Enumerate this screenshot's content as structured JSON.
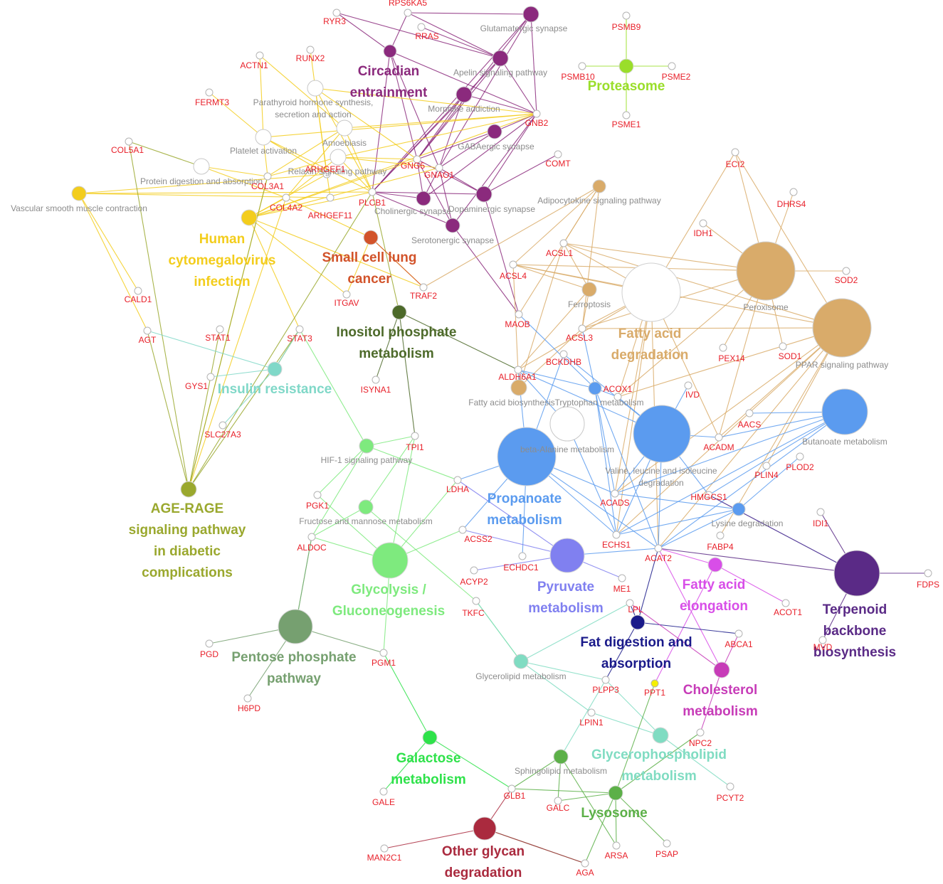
{
  "genes": [
    {
      "id": "RYR3",
      "label": "RYR3"
    },
    {
      "id": "RPS6KA5",
      "label": "RPS6KA5"
    },
    {
      "id": "RRAS",
      "label": "RRAS"
    },
    {
      "id": "RUNX2",
      "label": "RUNX2"
    },
    {
      "id": "ACTN1",
      "label": "ACTN1"
    },
    {
      "id": "FERMT3",
      "label": "FERMT3"
    },
    {
      "id": "COL5A1",
      "label": "COL5A1"
    },
    {
      "id": "COL3A1",
      "label": "COL3A1"
    },
    {
      "id": "COL4A2",
      "label": "COL4A2"
    },
    {
      "id": "ARHGEF1",
      "label": "ARHGEF1"
    },
    {
      "id": "ARHGEF11",
      "label": "ARHGEF11"
    },
    {
      "id": "PLCB1",
      "label": "PLCB1"
    },
    {
      "id": "GNG5",
      "label": "GNG5"
    },
    {
      "id": "GNAO1",
      "label": "GNAO1"
    },
    {
      "id": "GNB2",
      "label": "GNB2"
    },
    {
      "id": "COMT",
      "label": "COMT"
    },
    {
      "id": "PSMB9",
      "label": "PSMB9"
    },
    {
      "id": "PSMB10",
      "label": "PSMB10"
    },
    {
      "id": "PSME2",
      "label": "PSME2"
    },
    {
      "id": "PSME1",
      "label": "PSME1"
    },
    {
      "id": "ECI2",
      "label": "ECI2"
    },
    {
      "id": "DHRS4",
      "label": "DHRS4"
    },
    {
      "id": "IDH1",
      "label": "IDH1"
    },
    {
      "id": "SOD2",
      "label": "SOD2"
    },
    {
      "id": "ACSL1",
      "label": "ACSL1"
    },
    {
      "id": "ACSL4",
      "label": "ACSL4"
    },
    {
      "id": "TRAF2",
      "label": "TRAF2"
    },
    {
      "id": "ITGAV",
      "label": "ITGAV"
    },
    {
      "id": "CALD1",
      "label": "CALD1"
    },
    {
      "id": "AGT",
      "label": "AGT"
    },
    {
      "id": "STAT1",
      "label": "STAT1"
    },
    {
      "id": "STAT3",
      "label": "STAT3"
    },
    {
      "id": "GYS1",
      "label": "GYS1"
    },
    {
      "id": "SLC27A3",
      "label": "SLC27A3"
    },
    {
      "id": "ISYNA1",
      "label": "ISYNA1"
    },
    {
      "id": "MAOB",
      "label": "MAOB"
    },
    {
      "id": "ACSL3",
      "label": "ACSL3"
    },
    {
      "id": "BCKDHB",
      "label": "BCKDHB"
    },
    {
      "id": "ALDH6A1",
      "label": "ALDH6A1"
    },
    {
      "id": "PEX14",
      "label": "PEX14"
    },
    {
      "id": "SOD1",
      "label": "SOD1"
    },
    {
      "id": "IVD",
      "label": "IVD"
    },
    {
      "id": "ACOX1",
      "label": "ACOX1"
    },
    {
      "id": "AACS",
      "label": "AACS"
    },
    {
      "id": "ACADM",
      "label": "ACADM"
    },
    {
      "id": "PLOD2",
      "label": "PLOD2"
    },
    {
      "id": "PLIN4",
      "label": "PLIN4"
    },
    {
      "id": "HMGCS1",
      "label": "HMGCS1"
    },
    {
      "id": "TPI1",
      "label": "TPI1"
    },
    {
      "id": "LDHA",
      "label": "LDHA"
    },
    {
      "id": "PGK1",
      "label": "PGK1"
    },
    {
      "id": "ALDOC",
      "label": "ALDOC"
    },
    {
      "id": "ACSS2",
      "label": "ACSS2"
    },
    {
      "id": "ACADS",
      "label": "ACADS"
    },
    {
      "id": "ECHS1",
      "label": "ECHS1"
    },
    {
      "id": "ACAT2",
      "label": "ACAT2"
    },
    {
      "id": "FABP4",
      "label": "FABP4"
    },
    {
      "id": "IDI1",
      "label": "IDI1"
    },
    {
      "id": "FDPS",
      "label": "FDPS"
    },
    {
      "id": "ECHDC1",
      "label": "ECHDC1"
    },
    {
      "id": "ACYP2",
      "label": "ACYP2"
    },
    {
      "id": "ME1",
      "label": "ME1"
    },
    {
      "id": "ACOT1",
      "label": "ACOT1"
    },
    {
      "id": "MVD",
      "label": "MVD"
    },
    {
      "id": "TKFC",
      "label": "TKFC"
    },
    {
      "id": "LPL",
      "label": "LPL"
    },
    {
      "id": "ABCA1",
      "label": "ABCA1"
    },
    {
      "id": "PGD",
      "label": "PGD"
    },
    {
      "id": "PGM1",
      "label": "PGM1"
    },
    {
      "id": "H6PD",
      "label": "H6PD"
    },
    {
      "id": "PLPP3",
      "label": "PLPP3"
    },
    {
      "id": "PPT1",
      "label": "PPT1"
    },
    {
      "id": "LPIN1",
      "label": "LPIN1"
    },
    {
      "id": "NPC2",
      "label": "NPC2"
    },
    {
      "id": "GALE",
      "label": "GALE"
    },
    {
      "id": "GLB1",
      "label": "GLB1"
    },
    {
      "id": "PCYT2",
      "label": "PCYT2"
    },
    {
      "id": "GALC",
      "label": "GALC"
    },
    {
      "id": "ARSA",
      "label": "ARSA"
    },
    {
      "id": "PSAP",
      "label": "PSAP"
    },
    {
      "id": "MAN2C1",
      "label": "MAN2C1"
    },
    {
      "id": "AGA",
      "label": "AGA"
    }
  ],
  "terms": [
    {
      "id": "glutamatergic",
      "label": "Glutamatergic synapse"
    },
    {
      "id": "apelin",
      "label": "Apelin signaling pathway"
    },
    {
      "id": "morphine",
      "label": "Morphine addiction"
    },
    {
      "id": "gabaergic",
      "label": "GABAergic synapse"
    },
    {
      "id": "cholinergic",
      "label": "Cholinergic synapse"
    },
    {
      "id": "dopaminergic",
      "label": "Dopaminergic synapse"
    },
    {
      "id": "serotonergic",
      "label": "Serotonergic synapse"
    },
    {
      "id": "parathyroid",
      "label": "Parathyroid hormone synthesis, secretion and action"
    },
    {
      "id": "amoebiasis",
      "label": "Amoebiasis"
    },
    {
      "id": "platelet",
      "label": "Platelet activation"
    },
    {
      "id": "relaxin",
      "label": "Relaxin signaling pathway"
    },
    {
      "id": "protein_digestion",
      "label": "Protein digestion and absorption"
    },
    {
      "id": "vascular",
      "label": "Vascular smooth muscle contraction"
    },
    {
      "id": "adipocytokine",
      "label": "Adipocytokine signaling pathway"
    },
    {
      "id": "ferroptosis",
      "label": "Ferroptosis"
    },
    {
      "id": "peroxisome",
      "label": "Peroxisome"
    },
    {
      "id": "ppar",
      "label": "PPAR signaling pathway"
    },
    {
      "id": "fa_biosynthesis",
      "label": "Fatty acid biosynthesis"
    },
    {
      "id": "tryptophan",
      "label": "Tryptophan metabolism"
    },
    {
      "id": "beta_alanine",
      "label": "beta-Alanine metabolism"
    },
    {
      "id": "valine",
      "label": "Valine, leucine and isoleucine degradation"
    },
    {
      "id": "butanoate",
      "label": "Butanoate metabolism"
    },
    {
      "id": "lysine",
      "label": "Lysine degradation"
    },
    {
      "id": "hif1",
      "label": "HIF-1 signaling pathway"
    },
    {
      "id": "fructose",
      "label": "Fructose and mannose metabolism"
    },
    {
      "id": "glycerolipid",
      "label": "Glycerolipid metabolism"
    },
    {
      "id": "sphingolipid",
      "label": "Sphingolipid metabolism"
    }
  ],
  "clusters": [
    {
      "id": "circadian",
      "lines": [
        "Circadian",
        "entrainment"
      ],
      "color": "#8b2a7d"
    },
    {
      "id": "proteasome",
      "lines": [
        "Proteasome"
      ],
      "color": "#9ade2a"
    },
    {
      "id": "hcmv",
      "lines": [
        "Human",
        "cytomegalovirus",
        "infection"
      ],
      "color": "#f3cd1c"
    },
    {
      "id": "sclc",
      "lines": [
        "Small cell lung",
        "cancer"
      ],
      "color": "#d2532a"
    },
    {
      "id": "inositol",
      "lines": [
        "Inositol phosphate",
        "metabolism"
      ],
      "color": "#4d6a2a"
    },
    {
      "id": "fa_degradation",
      "lines": [
        "Fatty acid",
        "degradation"
      ],
      "color": "#d9ab6a"
    },
    {
      "id": "insulin",
      "lines": [
        "Insulin resistance"
      ],
      "color": "#80d8c8"
    },
    {
      "id": "age_rage",
      "lines": [
        "AGE-RAGE",
        "signaling pathway",
        "in diabetic",
        "complications"
      ],
      "color": "#9aa82e"
    },
    {
      "id": "propanoate",
      "lines": [
        "Propanoate",
        "metabolism"
      ],
      "color": "#5b9bef"
    },
    {
      "id": "glycolysis",
      "lines": [
        "Glycolysis /",
        "Gluconeogenesis"
      ],
      "color": "#7eea7e"
    },
    {
      "id": "pyruvate",
      "lines": [
        "Pyruvate",
        "metabolism"
      ],
      "color": "#8080f0"
    },
    {
      "id": "fa_elongation",
      "lines": [
        "Fatty acid",
        "elongation"
      ],
      "color": "#d84ee8"
    },
    {
      "id": "terpenoid",
      "lines": [
        "Terpenoid",
        "backbone",
        "biosynthesis"
      ],
      "color": "#5a2a86"
    },
    {
      "id": "fat_digestion",
      "lines": [
        "Fat digestion and",
        "absorption"
      ],
      "color": "#1a1a8a"
    },
    {
      "id": "pentose",
      "lines": [
        "Pentose phosphate",
        "pathway"
      ],
      "color": "#76a070"
    },
    {
      "id": "cholesterol",
      "lines": [
        "Cholesterol",
        "metabolism"
      ],
      "color": "#c73cb8"
    },
    {
      "id": "galactose",
      "lines": [
        "Galactose",
        "metabolism"
      ],
      "color": "#2ee24a"
    },
    {
      "id": "glycerophospholipid",
      "lines": [
        "Glycerophospholipid",
        "metabolism"
      ],
      "color": "#80dcc2"
    },
    {
      "id": "lysosome",
      "lines": [
        "Lysosome"
      ],
      "color": "#5cb048"
    },
    {
      "id": "other_glycan",
      "lines": [
        "Other glycan",
        "degradation"
      ],
      "color": "#aa2a3e"
    }
  ]
}
